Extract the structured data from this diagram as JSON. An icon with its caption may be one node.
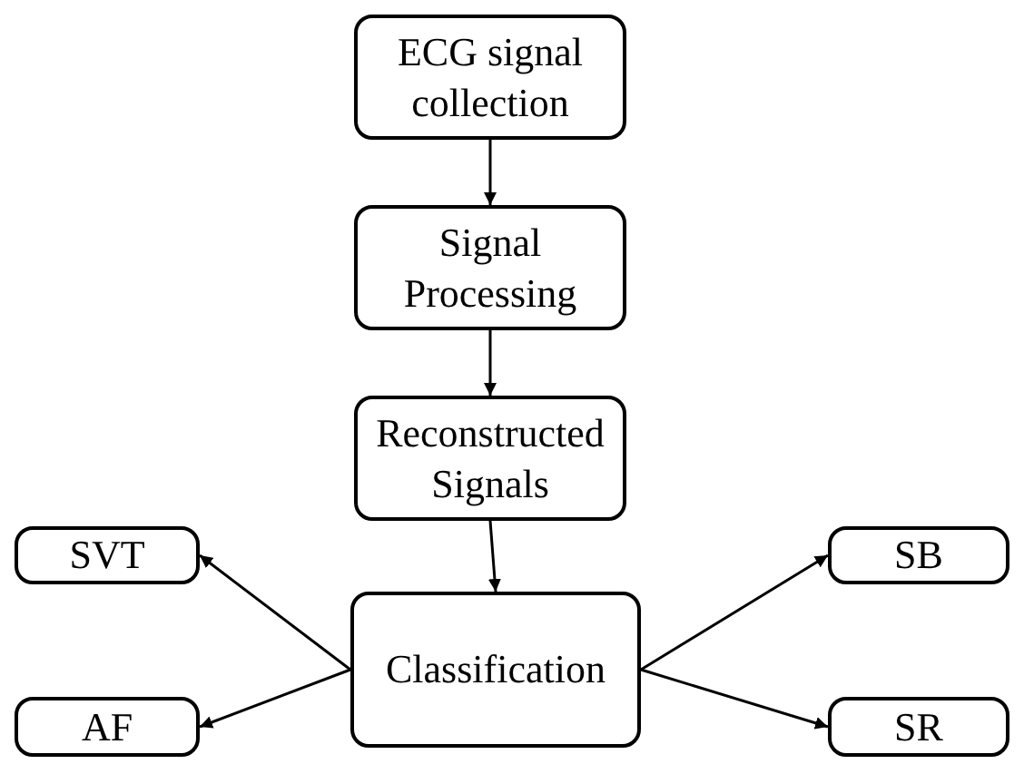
{
  "diagram": {
    "nodes": [
      {
        "text": [
          "ECG signal collection"
        ]
      },
      {
        "text": [
          "Signal Processing"
        ]
      },
      {
        "text": [
          "Reconstructed Signals"
        ]
      },
      {
        "text": [
          "Classification"
        ]
      },
      {
        "text": [
          "SVT"
        ]
      },
      {
        "text": [
          "AF"
        ]
      },
      {
        "text": [
          "SB"
        ]
      },
      {
        "text": [
          "SR"
        ]
      }
    ],
    "edges": [
      {
        "from": 0,
        "to": 1,
        "arrow": "to"
      },
      {
        "from": 1,
        "to": 2,
        "arrow": "to"
      },
      {
        "from": 2,
        "to": 3,
        "arrow": "to"
      },
      {
        "from": 3,
        "to": 4,
        "arrow": "to"
      },
      {
        "from": 3,
        "to": 5,
        "arrow": "to"
      },
      {
        "from": 3,
        "to": 6,
        "arrow": "to"
      },
      {
        "from": 3,
        "to": 7,
        "arrow": "to"
      }
    ]
  }
}
